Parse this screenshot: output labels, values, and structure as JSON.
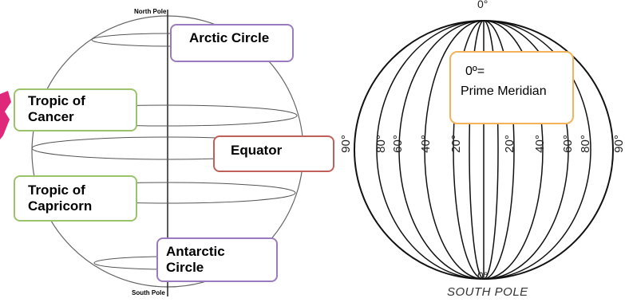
{
  "left_globe": {
    "north_pole": "North Pole",
    "south_pole": "South Pole",
    "labels": {
      "arctic": "Arctic Circle",
      "tropic_cancer_1": "Tropic of",
      "tropic_cancer_2": "Cancer",
      "equator": "Equator",
      "tropic_capricorn_1": "Tropic of",
      "tropic_capricorn_2": "Capricorn",
      "antarctic_1": "Antarctic",
      "antarctic_2": "Circle"
    },
    "colors": {
      "purple": "#9b7bbf",
      "green": "#9bc36b",
      "red": "#c0605a",
      "pink": "#e0287a"
    }
  },
  "right_globe": {
    "top_label": "0°",
    "bottom_label": "0°",
    "south_pole": "SOUTH POLE",
    "prime_1": "0º=",
    "prime_2": "Prime Meridian",
    "prime_border": "#f4b35a",
    "left_degrees": [
      "90°",
      "80°",
      "60°",
      "40°",
      "20°"
    ],
    "right_degrees": [
      "20°",
      "40°",
      "60°",
      "80°",
      "90°"
    ]
  }
}
